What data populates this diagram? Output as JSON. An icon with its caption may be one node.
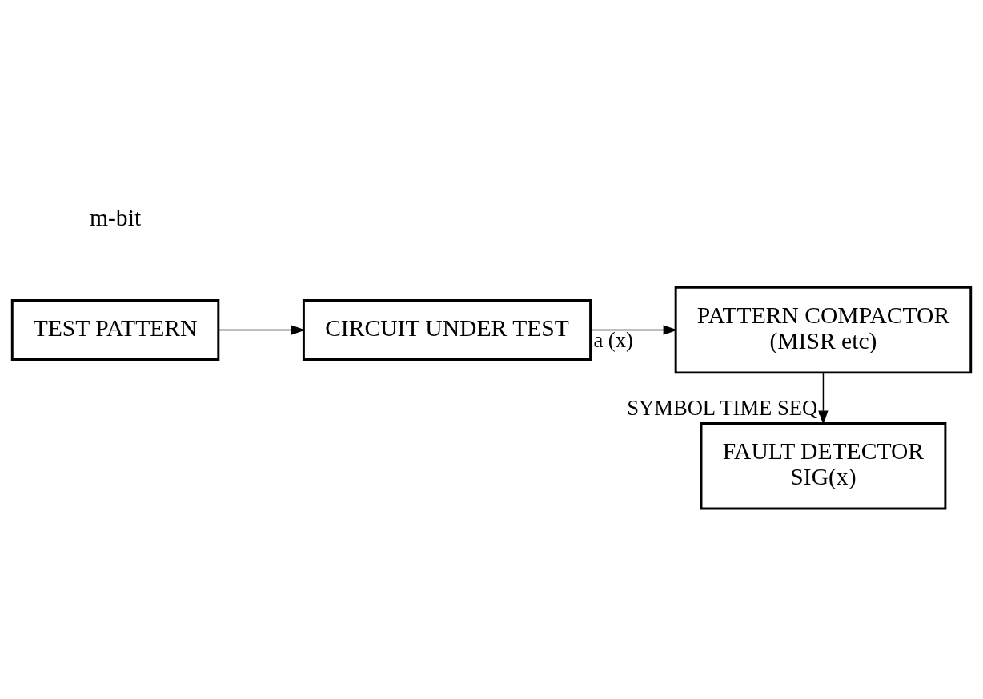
{
  "diagram": {
    "nodes": [
      {
        "text": [
          "FAULT DETECTOR",
          "SIG(x)"
        ]
      },
      {
        "text": [
          "TEST PATTERN"
        ]
      },
      {
        "text": [
          "CIRCUIT UNDER TEST"
        ]
      },
      {
        "text": [
          "PATTERN COMPACTOR",
          "(MISR etc)"
        ]
      }
    ],
    "edges": [
      {
        "from": 1,
        "to": 2,
        "arrow": "to"
      },
      {
        "from": 2,
        "to": 3,
        "arrow": "to",
        "label": "a (x)"
      },
      {
        "from": 3,
        "to": 0,
        "arrow": "to",
        "label": "SYMBOL TIME SEQ."
      }
    ],
    "labels": [
      "m-bit"
    ]
  }
}
